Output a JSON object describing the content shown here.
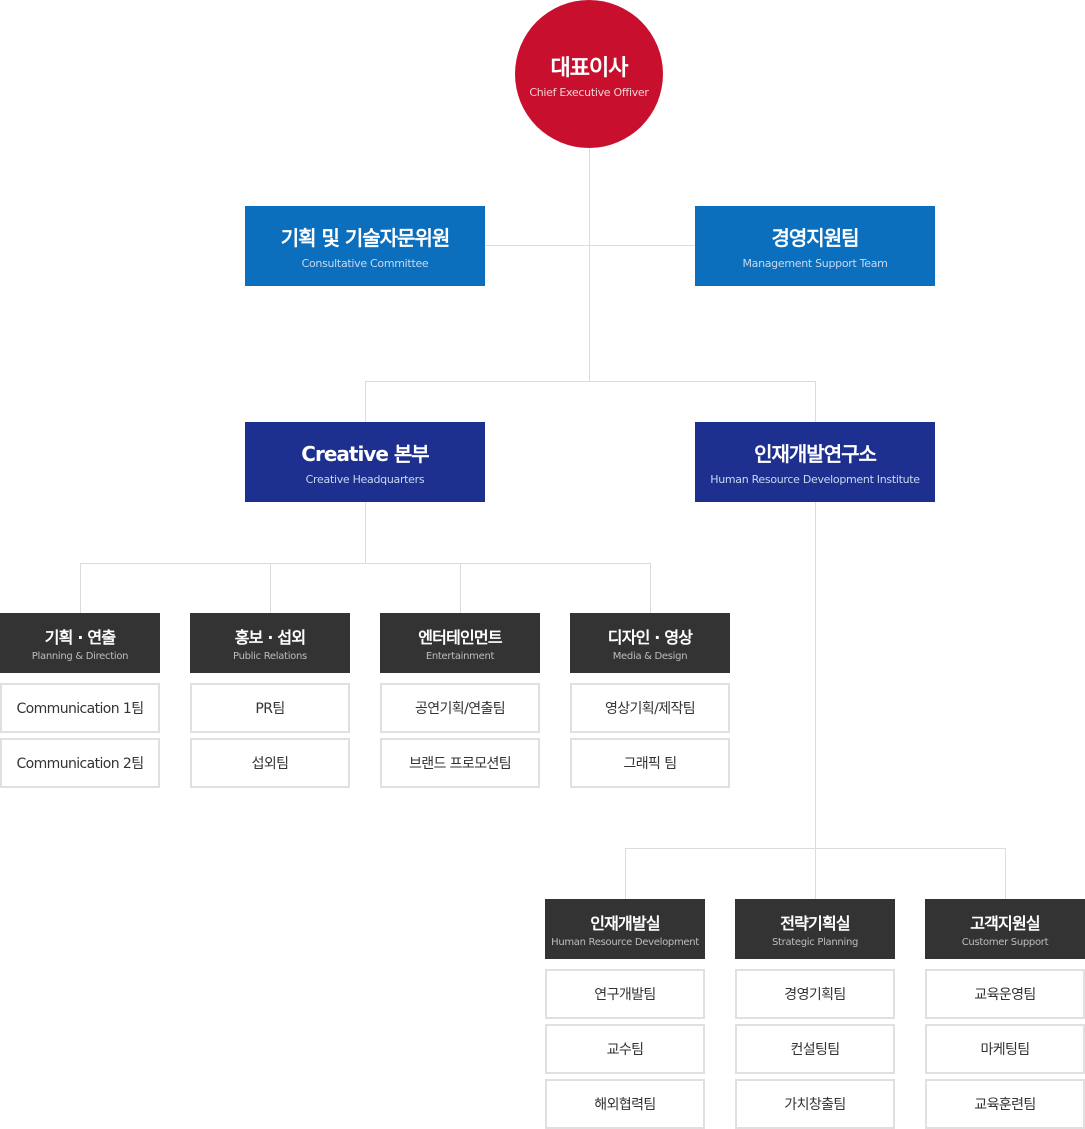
{
  "ceo": {
    "title": "대표이사",
    "subtitle": "Chief Executive Offiver"
  },
  "advisory": {
    "title": "기획 및 기술자문위원",
    "subtitle": "Consultative Committee"
  },
  "management": {
    "title": "경영지원팀",
    "subtitle": "Management Support Team"
  },
  "creative_hq": {
    "title": "Creative 본부",
    "subtitle": "Creative Headquarters",
    "divisions": [
      {
        "title": "기획 · 연출",
        "subtitle": "Planning & Direction",
        "teams": [
          "Communication 1팀",
          "Communication 2팀"
        ]
      },
      {
        "title": "홍보 · 섭외",
        "subtitle": "Public Relations",
        "teams": [
          "PR팀",
          "섭외팀"
        ]
      },
      {
        "title": "엔터테인먼트",
        "subtitle": "Entertainment",
        "teams": [
          "공연기획/연출팀",
          "브랜드 프로모션팀"
        ]
      },
      {
        "title": "디자인 · 영상",
        "subtitle": "Media & Design",
        "teams": [
          "영상기획/제작팀",
          "그래픽 팀"
        ]
      }
    ]
  },
  "hr_institute": {
    "title": "인재개발연구소",
    "subtitle": "Human Resource Development Institute",
    "divisions": [
      {
        "title": "인재개발실",
        "subtitle": "Human Resource Development",
        "teams": [
          "연구개발팀",
          "교수팀",
          "해외협력팀"
        ]
      },
      {
        "title": "전략기획실",
        "subtitle": "Strategic Planning",
        "teams": [
          "경영기획팀",
          "컨설팅팀",
          "가치창출팀"
        ]
      },
      {
        "title": "고객지원실",
        "subtitle": "Customer Support",
        "teams": [
          "교육운영팀",
          "마케팅팀",
          "교육훈련팀"
        ]
      }
    ]
  }
}
